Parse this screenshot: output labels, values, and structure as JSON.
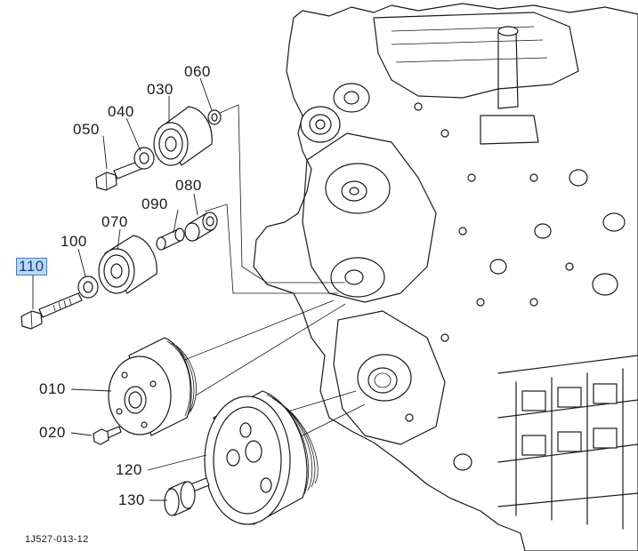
{
  "callouts": {
    "c010": "010",
    "c020": "020",
    "c030": "030",
    "c040": "040",
    "c050": "050",
    "c060": "060",
    "c070": "070",
    "c080": "080",
    "c090": "090",
    "c100": "100",
    "c110": "110",
    "c120": "120",
    "c130": "130"
  },
  "selected_callout": "110",
  "drawing_code": "1J527-013-12",
  "colors": {
    "line": "#1a1a1a",
    "highlight_fill": "#bcd8f2",
    "highlight_border": "#3b7dc4",
    "highlight_text": "#1a3f8a"
  }
}
